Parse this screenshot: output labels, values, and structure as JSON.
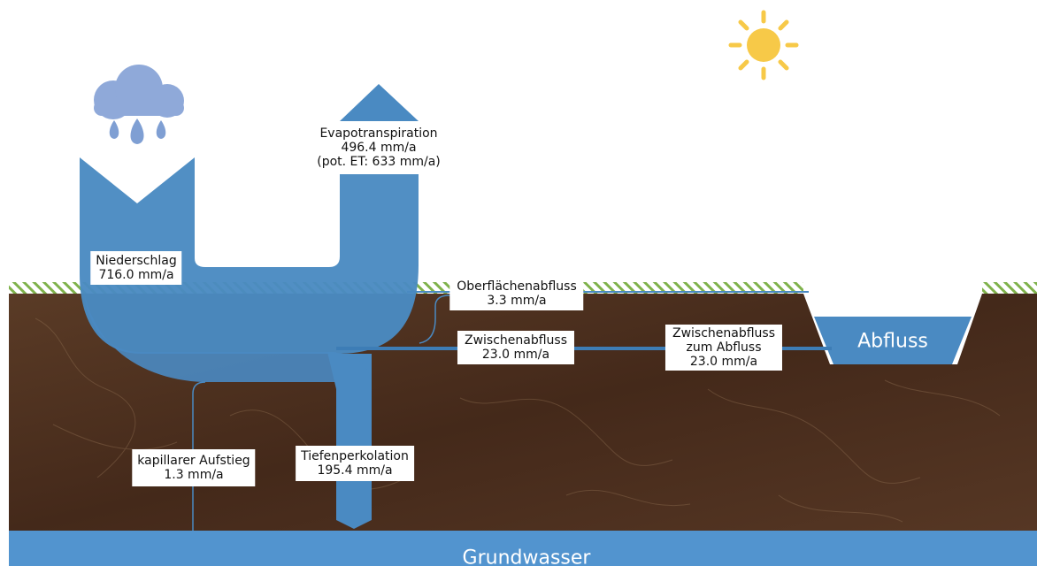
{
  "colors": {
    "water": "#4a8ac2",
    "water_light": "#5f9bd0",
    "soil": "#4d3221",
    "grass": "#7fb24b",
    "cloud": "#8fa9d9",
    "drop": "#7f9fd3",
    "sun": "#f7c948",
    "groundwater": "#5294cf"
  },
  "icons": {
    "weather": "rain-cloud-icon",
    "sun": "sun-icon"
  },
  "flows": {
    "niederschlag": {
      "name": "Niederschlag",
      "value": "716.0 mm/a"
    },
    "evapotranspiration": {
      "name": "Evapotranspiration",
      "value": "496.4 mm/a",
      "note": "(pot. ET: 633 mm/a)"
    },
    "oberflaechenabfluss": {
      "name": "Oberflächenabfluss",
      "value": "3.3 mm/a"
    },
    "zwischenabfluss": {
      "name": "Zwischenabfluss",
      "value": "23.0 mm/a"
    },
    "zwischenabfluss_zum_abfluss": {
      "name_line1": "Zwischenabfluss",
      "name_line2": "zum Abfluss",
      "value": "23.0 mm/a"
    },
    "kapillarer_aufstieg": {
      "name": "kapillarer Aufstieg",
      "value": "1.3 mm/a"
    },
    "tiefenperkolation": {
      "name": "Tiefenperkolation",
      "value": "195.4 mm/a"
    }
  },
  "stores": {
    "abfluss": "Abfluss",
    "grundwasser": "Grundwasser"
  }
}
